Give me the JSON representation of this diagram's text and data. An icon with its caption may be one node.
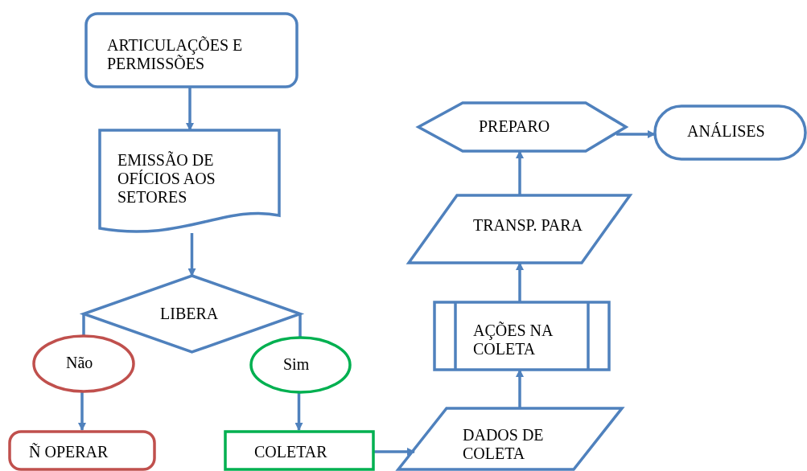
{
  "diagram": {
    "nodes": [
      {
        "text": [
          "ARTICULAÇÕES E PERMISSÕES"
        ]
      },
      {
        "text": [
          "EMISSÃO DE OFÍCIOS AOS SETORES"
        ]
      },
      {
        "text": [
          "LIBERA"
        ]
      },
      {
        "text": [
          "Não"
        ]
      },
      {
        "text": [
          "Sim"
        ]
      },
      {
        "text": [
          "Ñ OPERAR"
        ]
      },
      {
        "text": [
          "COLETAR"
        ]
      },
      {
        "text": [
          "DADOS DE COLETA"
        ]
      },
      {
        "text": [
          "AÇÕES NA COLETA"
        ]
      },
      {
        "text": [
          "TRANSP. PARA"
        ]
      },
      {
        "text": [
          "PREPARO"
        ]
      },
      {
        "text": [
          "ANÁLISES"
        ]
      }
    ],
    "edges": [
      {
        "from": 0,
        "to": 1,
        "arrow": "to"
      },
      {
        "from": 1,
        "to": 2,
        "arrow": "to"
      },
      {
        "from": 2,
        "to": 3,
        "arrow": "none"
      },
      {
        "from": 2,
        "to": 4,
        "arrow": "none"
      },
      {
        "from": 3,
        "to": 5,
        "arrow": "to"
      },
      {
        "from": 4,
        "to": 6,
        "arrow": "to"
      },
      {
        "from": 6,
        "to": 7,
        "arrow": "to"
      },
      {
        "from": 7,
        "to": 8,
        "arrow": "to"
      },
      {
        "from": 8,
        "to": 9,
        "arrow": "to"
      },
      {
        "from": 9,
        "to": 10,
        "arrow": "to"
      },
      {
        "from": 10,
        "to": 11,
        "arrow": "to"
      }
    ]
  }
}
